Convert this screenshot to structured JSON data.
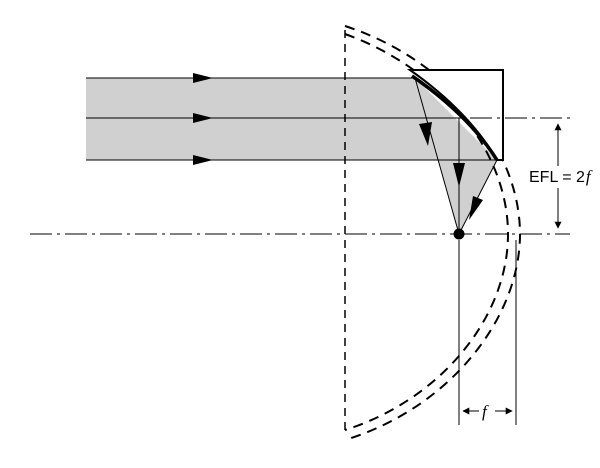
{
  "labels": {
    "efl_prefix": "EFL = 2",
    "efl_f": "f",
    "focal_f": "f"
  },
  "colors": {
    "beam_fill": "#d0d0d0",
    "mirror_fill": "#ffffff",
    "line": "#000000"
  },
  "icons": {
    "arrowhead": "filled-triangle-arrow",
    "focus": "filled-circle-dot"
  }
}
